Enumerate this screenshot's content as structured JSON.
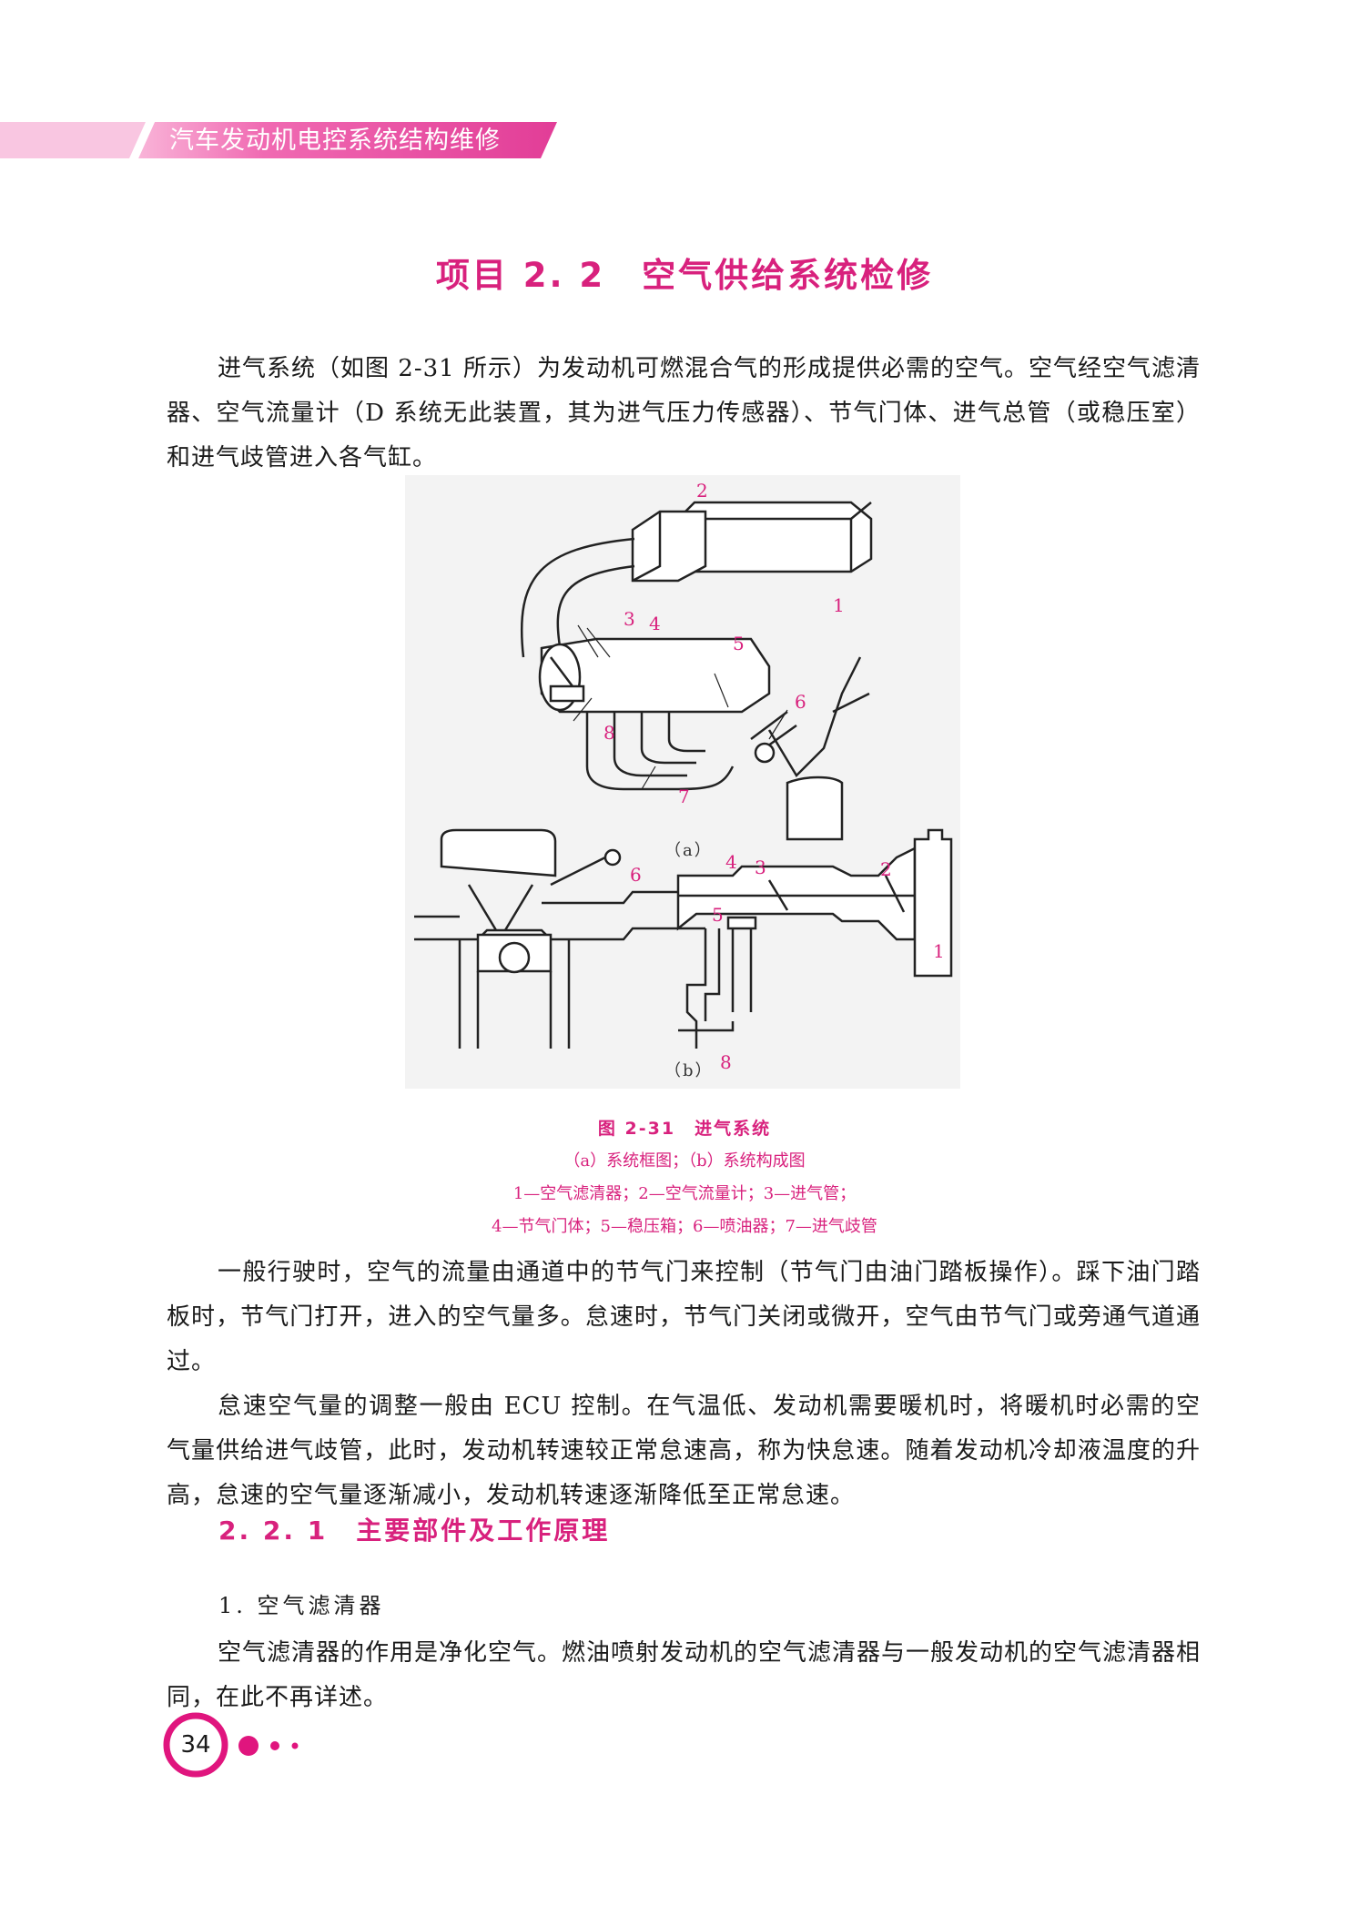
{
  "header": {
    "book_title": "汽车发动机电控系统结构维修"
  },
  "section": {
    "title": "项目 2. 2　空气供给系统检修"
  },
  "intro": {
    "p1": "进气系统（如图 2-31 所示）为发动机可燃混合气的形成提供必需的空气。空气经空气滤清器、空气流量计（D 系统无此装置，其为进气压力传感器）、节气门体、进气总管（或稳压室）和进气歧管进入各气缸。"
  },
  "figure": {
    "sub_a": "（a）",
    "sub_b": "（b）",
    "labels_a": [
      "1",
      "2",
      "3",
      "4",
      "5",
      "6",
      "7",
      "8"
    ],
    "labels_b": [
      "1",
      "2",
      "3",
      "4",
      "5",
      "6",
      "8"
    ],
    "caption_main": "图 2-31　进气系统",
    "caption_line1": "（a）系统框图；（b）系统构成图",
    "caption_line2": "1—空气滤清器；2—空气流量计；3—进气管；",
    "caption_line3": "4—节气门体；5—稳压箱；6—喷油器；7—进气歧管"
  },
  "body": {
    "p2": "一般行驶时，空气的流量由通道中的节气门来控制（节气门由油门踏板操作）。踩下油门踏板时，节气门打开，进入的空气量多。怠速时，节气门关闭或微开，空气由节气门或旁通气道通过。",
    "p3": "怠速空气量的调整一般由 ECU 控制。在气温低、发动机需要暖机时，将暖机时必需的空气量供给进气歧管，此时，发动机转速较正常怠速高，称为快怠速。随着发动机冷却液温度的升高，怠速的空气量逐渐减小，发动机转速逐渐降低至正常怠速。"
  },
  "subsection": {
    "title": "2. 2. 1　主要部件及工作原理"
  },
  "item1": {
    "heading": "1. 空气滤清器",
    "text": "空气滤清器的作用是净化空气。燃油喷射发动机的空气滤清器与一般发动机的空气滤清器相同，在此不再详述。"
  },
  "footer": {
    "page_number": "34"
  },
  "colors": {
    "accent": "#d8217d",
    "band": "#f06ab2"
  }
}
